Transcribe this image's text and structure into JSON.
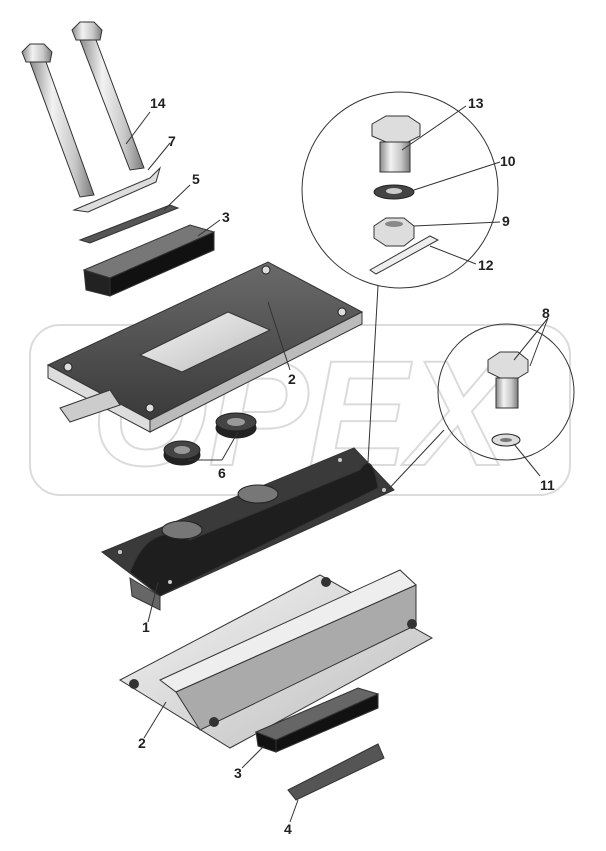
{
  "callouts": {
    "c1": "1",
    "c2_top": "2",
    "c2_bottom": "2",
    "c3_top": "3",
    "c3_bottom": "3",
    "c4": "4",
    "c5": "5",
    "c6": "6",
    "c7": "7",
    "c8": "8",
    "c9": "9",
    "c10": "10",
    "c11": "11",
    "c12": "12",
    "c13": "13",
    "c14": "14"
  },
  "watermark": "OPEX"
}
